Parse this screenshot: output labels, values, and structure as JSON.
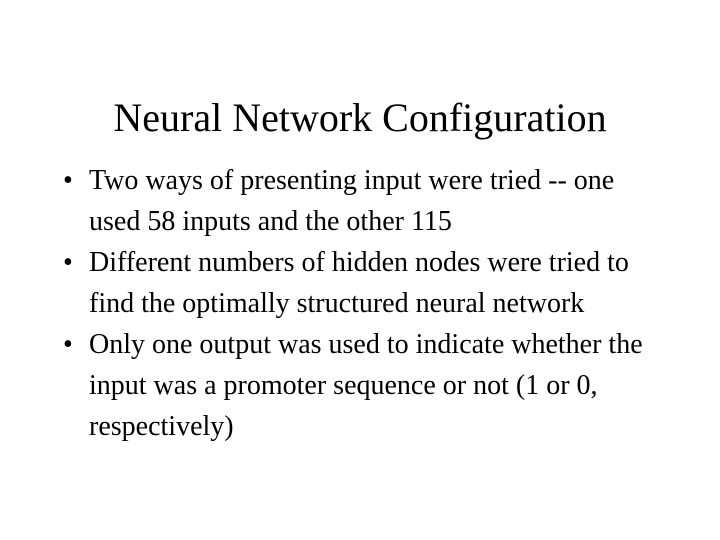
{
  "slide": {
    "title": "Neural Network Configuration",
    "background_color": "#ffffff",
    "text_color": "#000000",
    "bullet_glyph": "•",
    "bullets": [
      {
        "marker": "•",
        "text": "Two ways of presenting input were tried -- one used 58 inputs and the other 115"
      },
      {
        "marker": "•",
        "text": "Different numbers of hidden nodes were tried to find the optimally structured neural network"
      },
      {
        "marker": "•",
        "text": "Only one output was used to indicate whether the input was a promoter sequence or not (1 or 0, respectively)"
      }
    ]
  }
}
